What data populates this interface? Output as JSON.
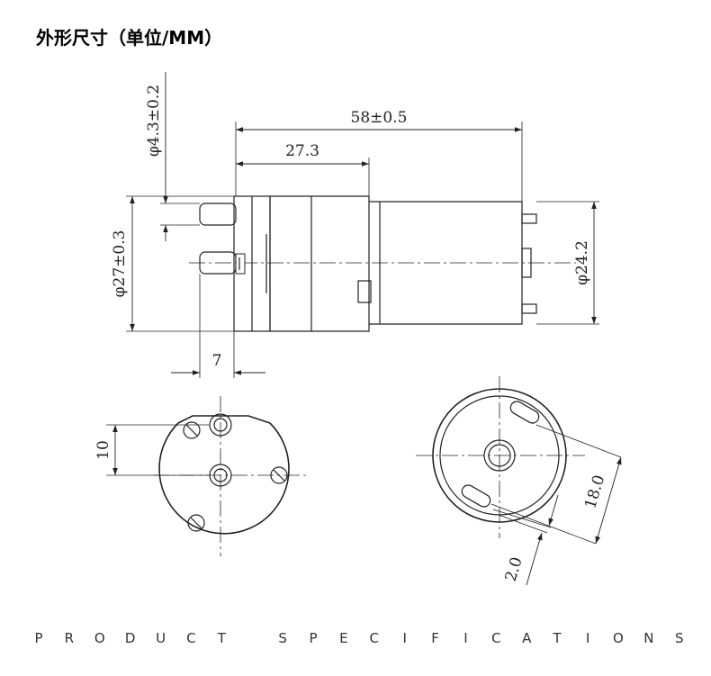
{
  "title": "外形尺寸（单位/MM）",
  "footer": "PRODUCT SPECIFICATIONS",
  "dimensions": {
    "overall_length": "58±0.5",
    "pump_length": "27.3",
    "nozzle_diameter": "φ4.3±0.2",
    "pump_diameter": "φ27±0.3",
    "motor_diameter": "φ24.2",
    "nozzle_length": "7",
    "port_spacing": "10",
    "terminal_spacing": "18.0",
    "terminal_width": "2.0"
  }
}
